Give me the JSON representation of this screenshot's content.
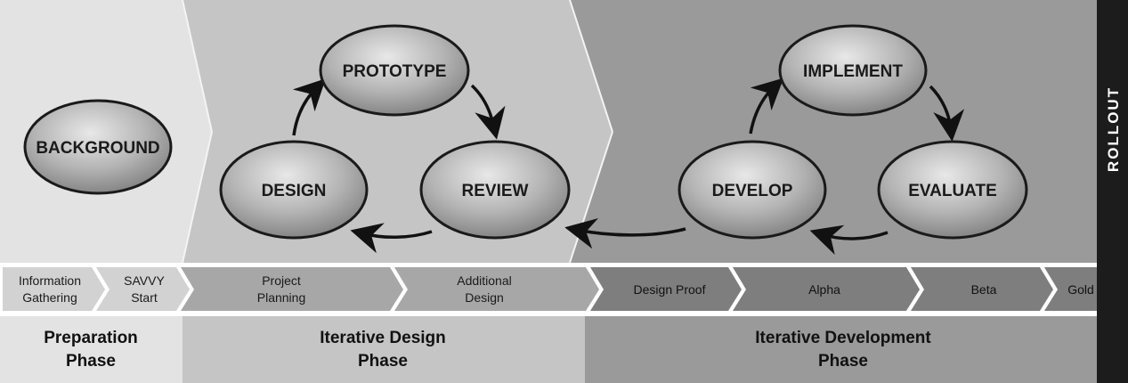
{
  "cycle_nodes": {
    "background": "BACKGROUND",
    "prototype": "PROTOTYPE",
    "design": "DESIGN",
    "review": "REVIEW",
    "implement": "IMPLEMENT",
    "develop": "DEVELOP",
    "evaluate": "EVALUATE"
  },
  "stages": [
    {
      "line1": "Information",
      "line2": "Gathering"
    },
    {
      "line1": "SAVVY",
      "line2": "Start"
    },
    {
      "line1": "Project",
      "line2": "Planning"
    },
    {
      "line1": "Additional",
      "line2": "Design"
    },
    {
      "line1": "Design Proof",
      "line2": ""
    },
    {
      "line1": "Alpha",
      "line2": ""
    },
    {
      "line1": "Beta",
      "line2": ""
    },
    {
      "line1": "Gold",
      "line2": ""
    }
  ],
  "phases": {
    "preparation": {
      "line1": "Preparation",
      "line2": "Phase"
    },
    "iterative_design": {
      "line1": "Iterative Design",
      "line2": "Phase"
    },
    "iterative_development": {
      "line1": "Iterative Development",
      "line2": "Phase"
    }
  },
  "rollout": "ROLLOUT",
  "colors": {
    "preparation_bg": "#e3e3e3",
    "design_bg": "#c5c5c5",
    "development_bg": "#9a9a9a",
    "rollout_bg": "#1c1c1c",
    "node_fill": "#bdbdbd",
    "node_stroke": "#1a1a1a",
    "chevron_light": "#cfcfcf",
    "chevron_mid": "#9b9b9b",
    "chevron_dark": "#7a7a7a"
  }
}
